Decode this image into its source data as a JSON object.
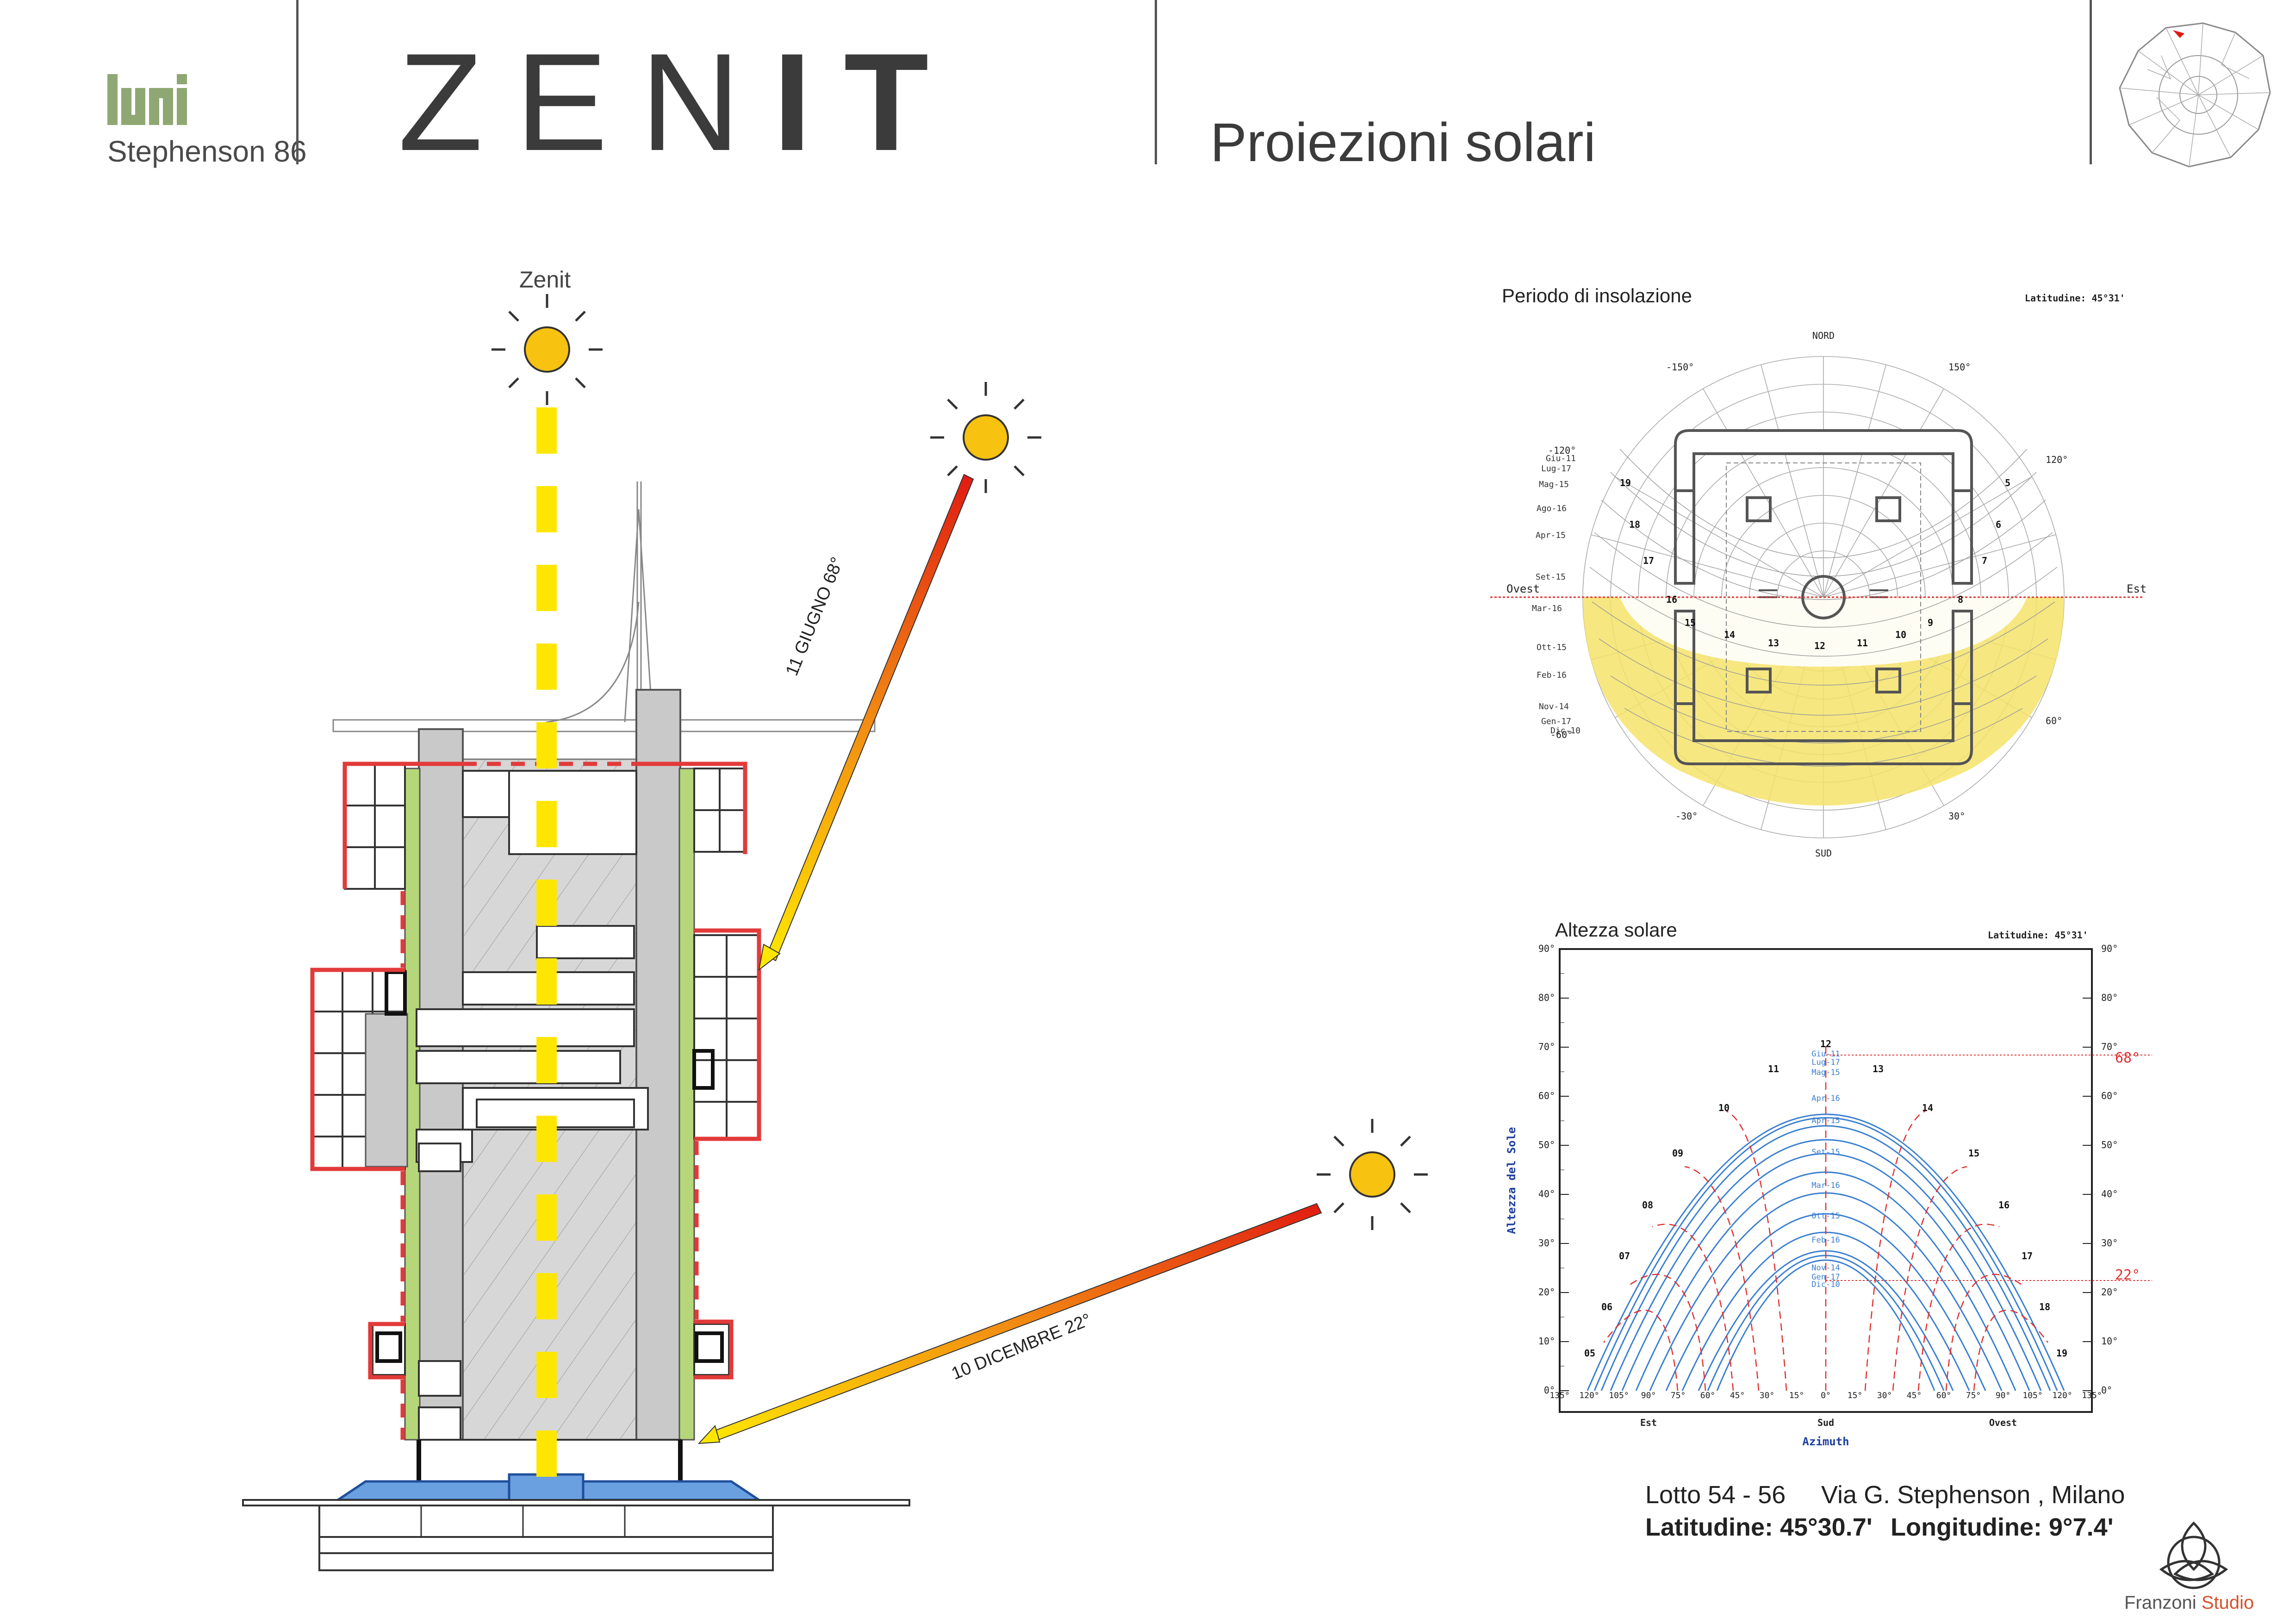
{
  "header": {
    "brand_mark": "luni",
    "brand_sub": "Stephenson 86",
    "title_light": "ZEN",
    "title_bold": "IT",
    "subtitle": "Proiezioni solari"
  },
  "section": {
    "zenit_label": "Zenit",
    "summer_ray_label": "11 GIUGNO 68°",
    "winter_ray_label": "10 DICEMBRE 22°"
  },
  "sun_path": {
    "title": "Periodo di insolazione",
    "latitude": "Latitudine: 45°31'",
    "cardinals": {
      "north": "NORD",
      "south": "SUD",
      "west": "Ovest",
      "east": "Est"
    },
    "azimuth_labels": [
      "-150°",
      "150°",
      "-120°",
      "120°",
      "-60°",
      "60°",
      "-30°",
      "30°"
    ],
    "date_labels": [
      "Giu-11",
      "Lug-17",
      "Mag-15",
      "Ago-16",
      "Apr-15",
      "Set-15",
      "Mar-16",
      "Ott-15",
      "Feb-16",
      "Nov-14",
      "Gen-17",
      "Dic-10"
    ],
    "hour_labels": [
      "19",
      "18",
      "17",
      "16",
      "15",
      "14",
      "13",
      "12",
      "11",
      "10",
      "9",
      "8",
      "7",
      "6",
      "5"
    ]
  },
  "altitude_chart": {
    "title": "Altezza solare",
    "latitude": "Latitudine: 45°31'",
    "y_axis_title": "Altezza del Sole",
    "x_axis_title": "Azimuth",
    "y_ticks": [
      "90°",
      "80°",
      "70°",
      "60°",
      "50°",
      "40°",
      "30°",
      "20°",
      "10°",
      "0°"
    ],
    "x_ticks": [
      "135°",
      "120°",
      "105°",
      "90°",
      "75°",
      "60°",
      "45°",
      "30°",
      "15°",
      "0°",
      "15°",
      "30°",
      "45°",
      "60°",
      "75°",
      "90°",
      "105°",
      "120°",
      "135°"
    ],
    "x_directions": [
      "Est",
      "Sud",
      "Ovest"
    ],
    "summer_max": "68°",
    "winter_max": "22°",
    "date_labels": [
      "Giu-11",
      "Lug-17",
      "Mag-15",
      "Apr-16",
      "Apr-15",
      "Set-15",
      "Mar-16",
      "Ott-15",
      "Feb-16",
      "Nov-14",
      "Gen-17",
      "Dic-10"
    ],
    "hour_labels": [
      "05",
      "06",
      "07",
      "08",
      "09",
      "10",
      "11",
      "12",
      "13",
      "14",
      "15",
      "16",
      "17",
      "18",
      "19"
    ]
  },
  "location": {
    "lot": "Lotto 54 - 56",
    "address": "Via G. Stephenson , Milano",
    "latitude": "Latitudine: 45°30.7'",
    "longitude": "Longitudine: 9°7.4'"
  },
  "footer": {
    "studio_name": "Franzoni",
    "studio_suffix": "Studio"
  },
  "colors": {
    "zenit_ray": "#ffe600",
    "sun": "#f7c210",
    "ray_hot": "#e11b12",
    "outline_red": "#e23a3a",
    "green": "#b5d77a",
    "concrete": "#c9c9c9",
    "blue_chart": "#3a7fd0",
    "red_chart": "#e03030",
    "insolation": "#f4e36a"
  }
}
